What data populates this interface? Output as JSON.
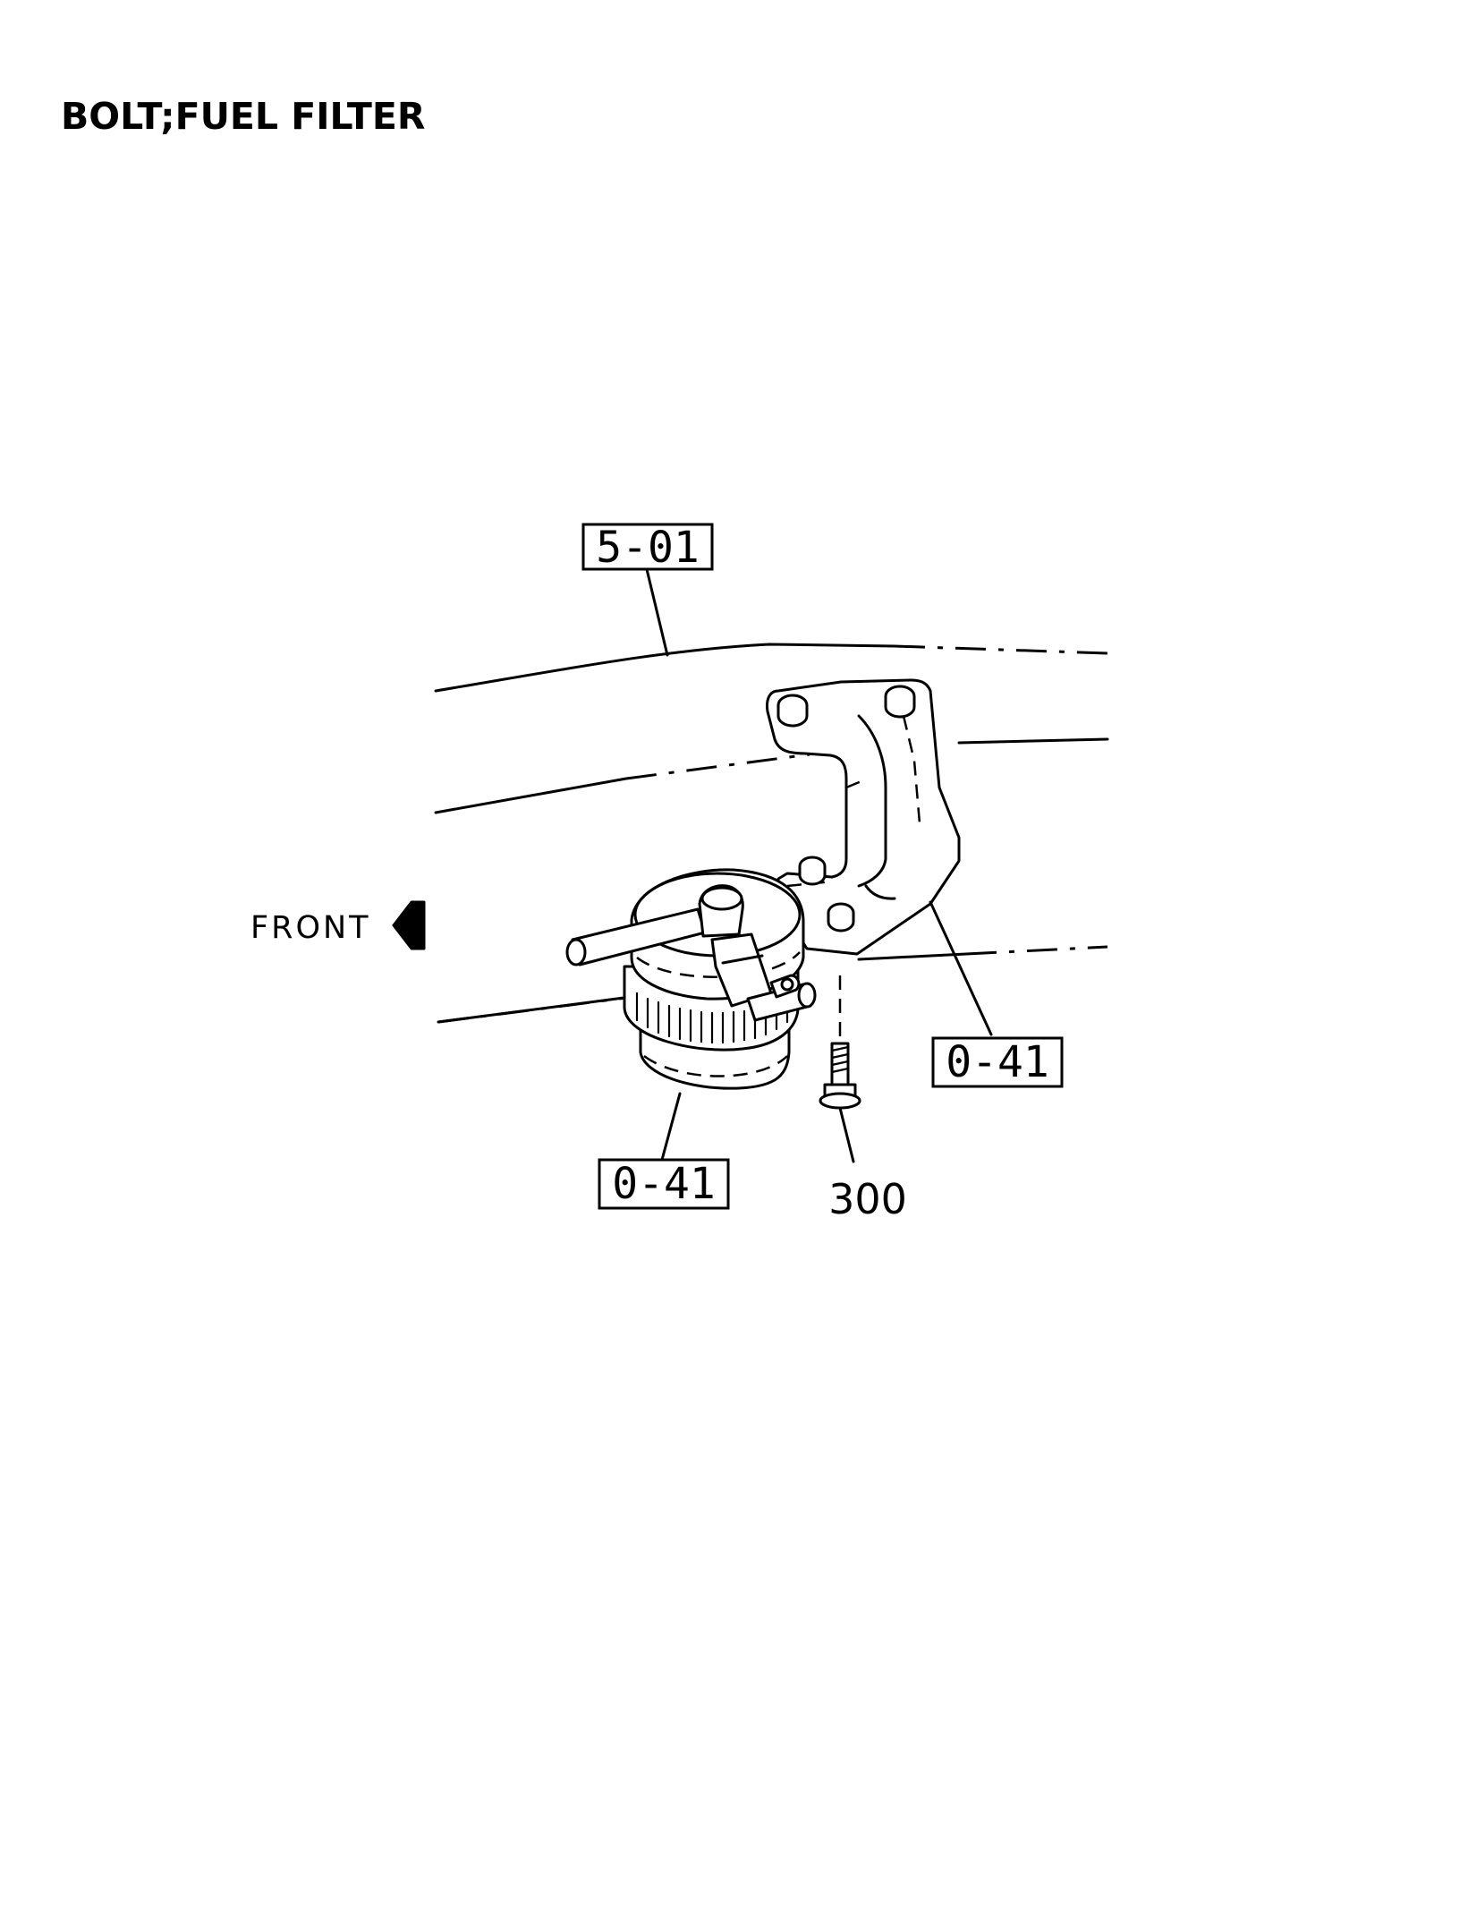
{
  "title": "BOLT;FUEL FILTER",
  "direction_label": "FRONT",
  "reference_boxes": [
    {
      "id": "ref-5-01",
      "text": "5-01"
    },
    {
      "id": "ref-0-41-bracket",
      "text": "0-41"
    },
    {
      "id": "ref-0-41-filter",
      "text": "0-41"
    }
  ],
  "callouts": [
    {
      "id": "part-300",
      "text": "300"
    }
  ]
}
